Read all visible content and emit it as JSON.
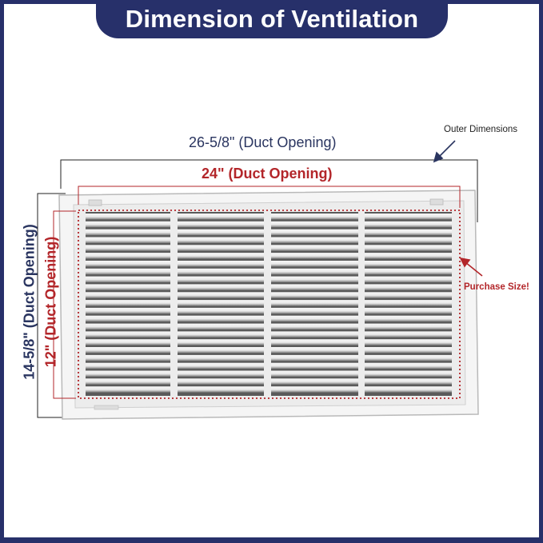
{
  "title": "Dimension of Ventilation",
  "dimensions": {
    "outer_width": "26-5/8\" (Duct Opening)",
    "inner_width": "24\" (Duct Opening)",
    "outer_height": "14-5/8\" (Duct Opening)",
    "inner_height": "12\" (Duct Opening)"
  },
  "annotations": {
    "outer": "Outer Dimensions",
    "purchase": "Purchase Size!"
  },
  "colors": {
    "navy": "#27306a",
    "dark_text": "#2a3560",
    "red": "#b3262a"
  },
  "icons": {
    "outer_arrow": "arrow-down-left-icon",
    "purchase_arrow": "arrow-up-left-icon"
  }
}
